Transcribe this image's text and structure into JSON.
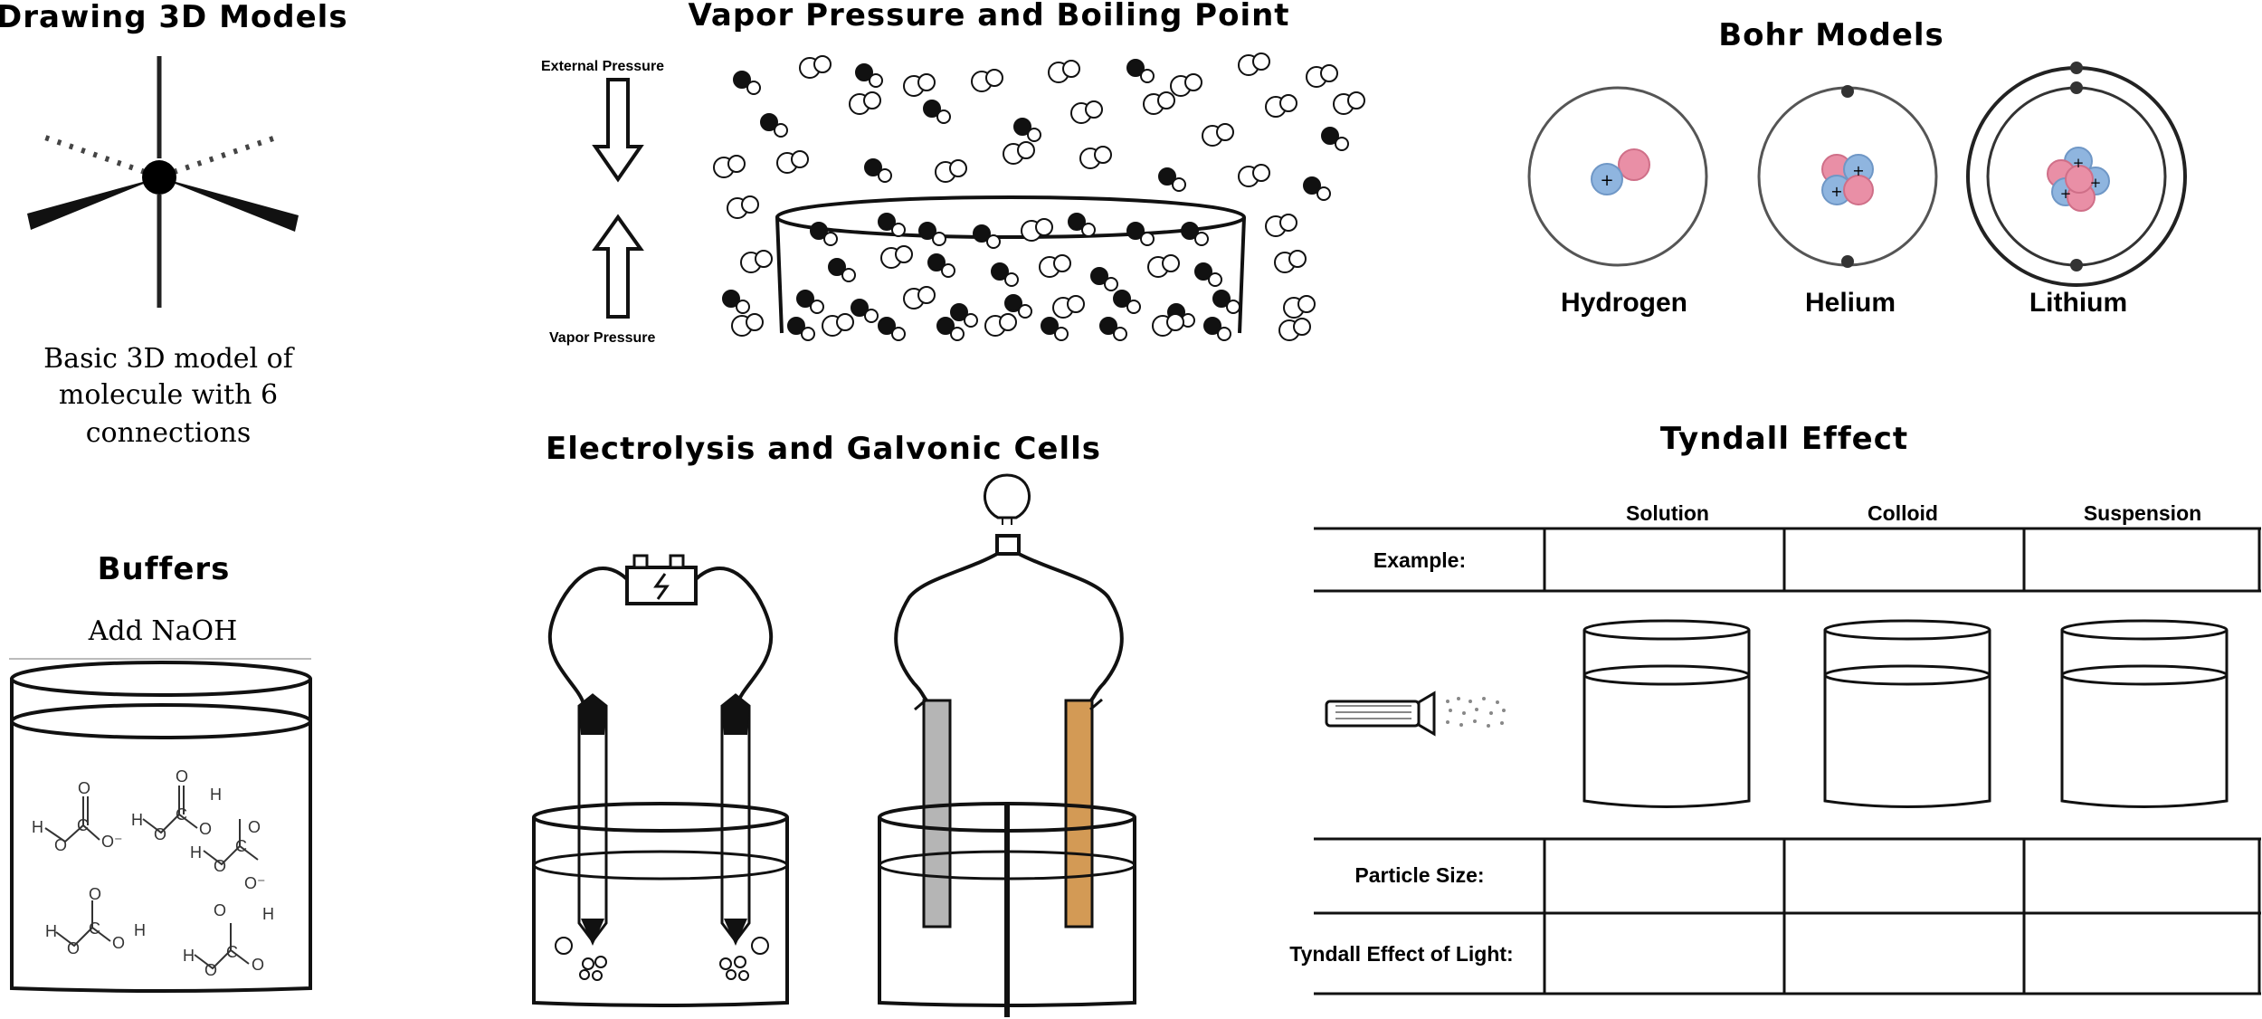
{
  "panels": {
    "drawing3d": {
      "title": "Drawing 3D Models",
      "caption_lines": [
        "Basic 3D model of",
        "molecule with 6",
        "connections"
      ]
    },
    "vapor": {
      "title": "Vapor Pressure and Boiling Point",
      "external_label": "External Pressure",
      "vapor_label": "Vapor Pressure"
    },
    "bohr": {
      "title": "Bohr Models",
      "atoms": [
        "Hydrogen",
        "Helium",
        "Lithium"
      ]
    },
    "buffers": {
      "title": "Buffers",
      "add_label": "Add NaOH"
    },
    "electro": {
      "title": "Electrolysis and Galvonic Cells"
    },
    "tyndall": {
      "title": "Tyndall Effect",
      "columns": [
        "Solution",
        "Colloid",
        "Suspension"
      ],
      "rows": [
        "Example:",
        "Particle Size:",
        "Tyndall Effect of Light:"
      ]
    }
  },
  "colors": {
    "proton": "#e98fa6",
    "neutron": "#8fb5df",
    "copper": "#d39a55",
    "zinc": "#b5b5b5"
  }
}
